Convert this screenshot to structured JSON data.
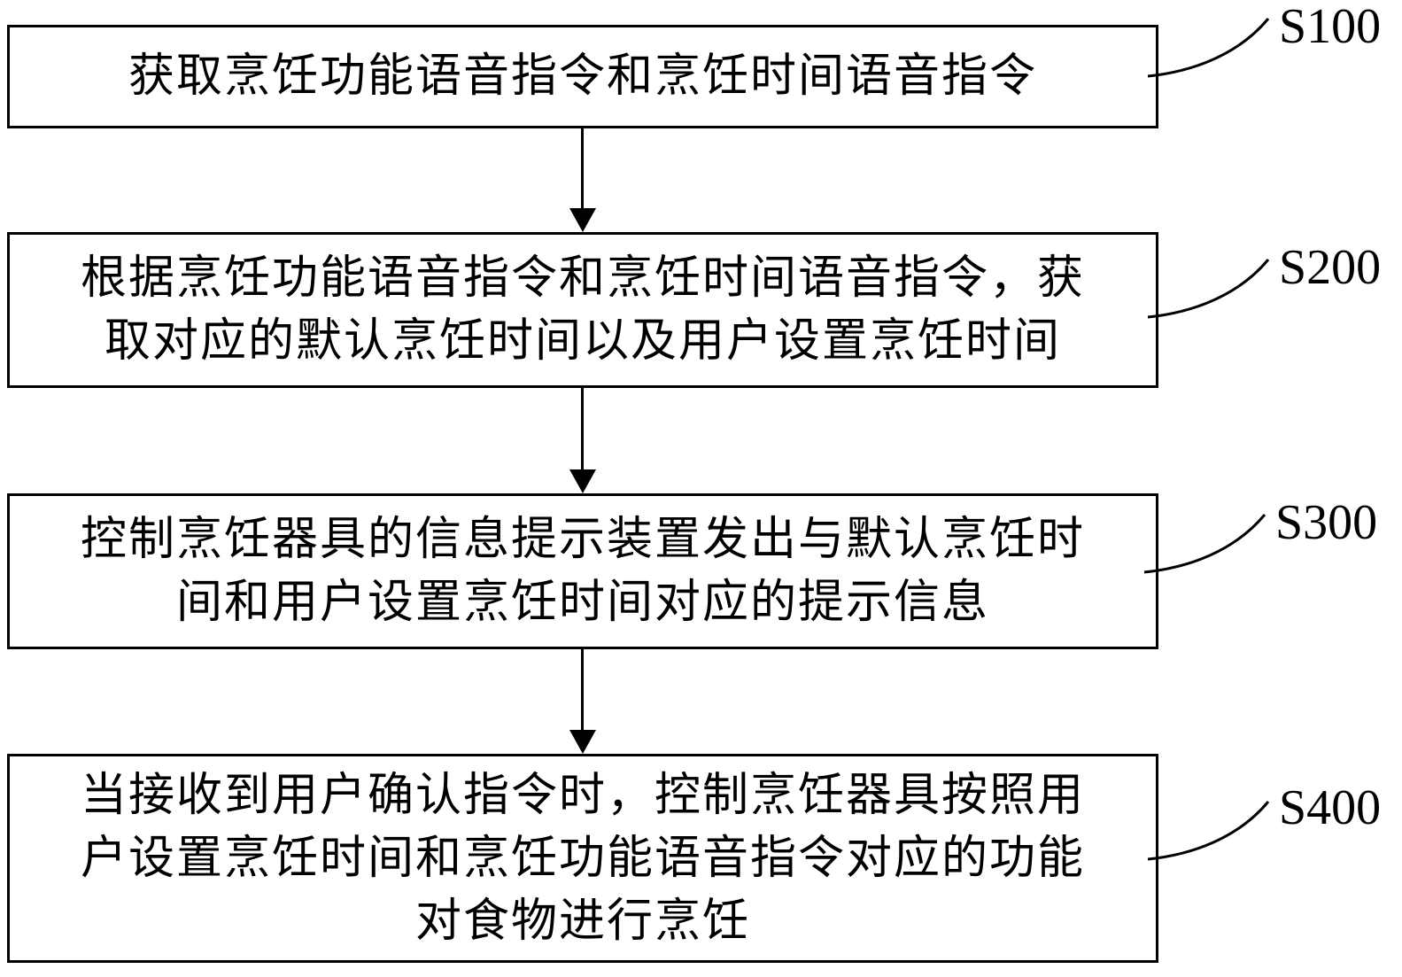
{
  "figure": {
    "background_color": "#ffffff",
    "line_color": "#000000",
    "type": "patent-flowchart"
  },
  "steps": [
    {
      "label": "S100",
      "lines": {
        "0": "获取烹饪功能语音指令和烹饪时间语音指令"
      }
    },
    {
      "label": "S200",
      "lines": {
        "0": "根据烹饪功能语音指令和烹饪时间语音指令，获",
        "1": "取对应的默认烹饪时间以及用户设置烹饪时间"
      }
    },
    {
      "label": "S300",
      "lines": {
        "0": "控制烹饪器具的信息提示装置发出与默认烹饪时",
        "1": "间和用户设置烹饪时间对应的提示信息"
      }
    },
    {
      "label": "S400",
      "lines": {
        "0": "当接收到用户确认指令时，控制烹饪器具按照用",
        "1": "户设置烹饪时间和烹饪功能语音指令对应的功能",
        "2": "对食物进行烹饪"
      }
    }
  ]
}
